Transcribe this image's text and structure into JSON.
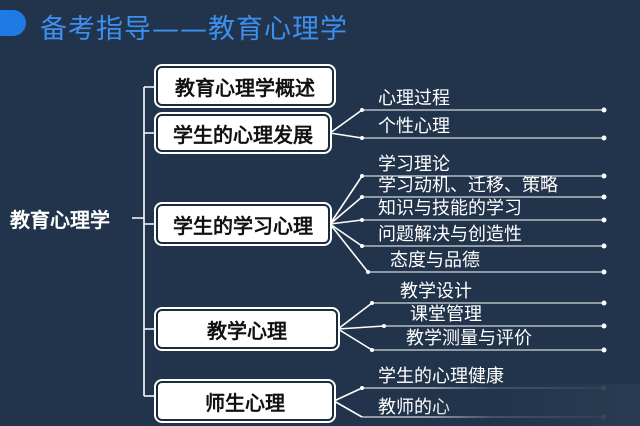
{
  "header": {
    "title": "备考指导——教育心理学"
  },
  "mindmap": {
    "root": "教育心理学",
    "branches": [
      {
        "label": "教育心理学概述",
        "children": []
      },
      {
        "label": "学生的心理发展",
        "children": [
          "心理过程",
          "个性心理"
        ]
      },
      {
        "label": "学生的学习心理",
        "children": [
          "学习理论",
          "学习动机、迁移、策略",
          "知识与技能的学习",
          "问题解决与创造性",
          "态度与品德"
        ]
      },
      {
        "label": "教学心理",
        "children": [
          "教学设计",
          "课堂管理",
          "教学测量与评价"
        ]
      },
      {
        "label": "师生心理",
        "children": [
          "学生的心理健康",
          "教师的心"
        ]
      }
    ]
  },
  "colors": {
    "background": "#22344b",
    "title": "#3d8ff0",
    "accent_pill": "#1e7be6"
  }
}
